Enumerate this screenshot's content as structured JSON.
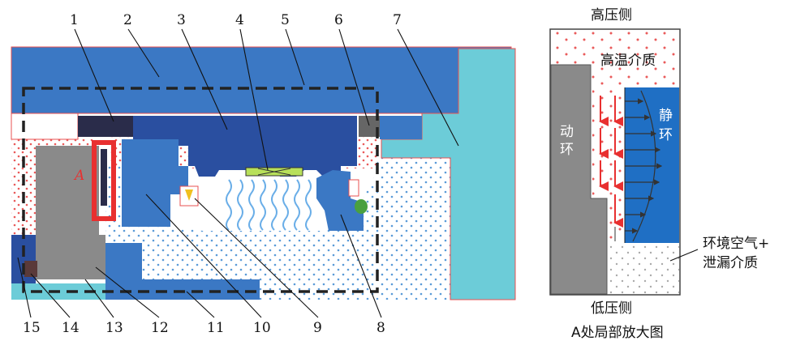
{
  "part_numbers": [
    "1",
    "2",
    "3",
    "4",
    "5",
    "6",
    "7",
    "8",
    "9",
    "10",
    "11",
    "12",
    "13",
    "14",
    "15"
  ],
  "detail_marker": "A",
  "detail_view": {
    "high_pressure_side": "高压侧",
    "high_temp_medium": "高温介质",
    "rotating_ring": "动\n环",
    "rotating_ring_chars": [
      "动",
      "环"
    ],
    "stationary_ring_chars": [
      "静",
      "环"
    ],
    "ambient_line1": "环境空气+",
    "ambient_line2": "泄漏介质",
    "low_pressure_side": "低压侧",
    "caption": "A处局部放大图"
  },
  "colors": {
    "dark_blue": "#2a4fa0",
    "mid_blue": "#3b78c4",
    "light_blue": "#5a9ad8",
    "cyan": "#6cccd8",
    "gray": "#8a8a8a",
    "navy": "#2a2c4a",
    "red": "#e83030",
    "pink_dot": "#f2a0a0"
  }
}
